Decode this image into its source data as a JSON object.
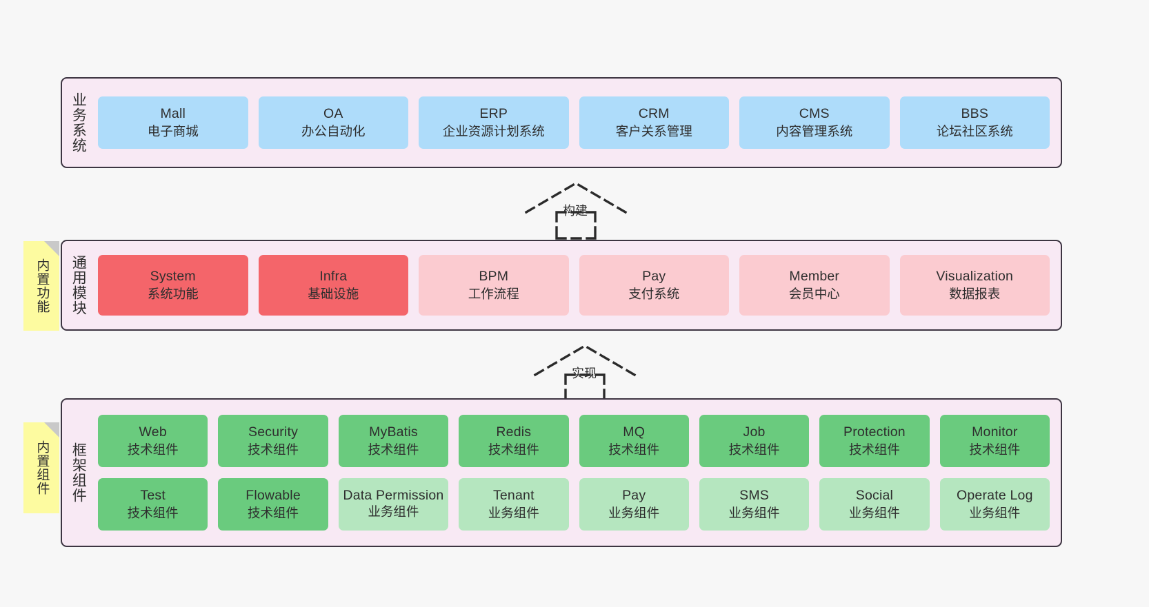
{
  "diagram": {
    "background": "#F7F7F7",
    "panel_fill": "#F8E9F4",
    "panel_border": "#3D3542",
    "sticky_fill": "#FDFBA0"
  },
  "layers": [
    {
      "id": "business",
      "label": "业务系统",
      "items": [
        {
          "en": "Mall",
          "cn": "电子商城",
          "color": "#AEDCFA"
        },
        {
          "en": "OA",
          "cn": "办公自动化",
          "color": "#AEDCFA"
        },
        {
          "en": "ERP",
          "cn": "企业资源计划系统",
          "color": "#AEDCFA"
        },
        {
          "en": "CRM",
          "cn": "客户关系管理",
          "color": "#AEDCFA"
        },
        {
          "en": "CMS",
          "cn": "内容管理系统",
          "color": "#AEDCFA"
        },
        {
          "en": "BBS",
          "cn": "论坛社区系统",
          "color": "#AEDCFA"
        }
      ]
    },
    {
      "id": "common-modules",
      "label": "通用模块",
      "sticky": "内置功能",
      "items": [
        {
          "en": "System",
          "cn": "系统功能",
          "color": "#F4656A"
        },
        {
          "en": "Infra",
          "cn": "基础设施",
          "color": "#F4656A"
        },
        {
          "en": "BPM",
          "cn": "工作流程",
          "color": "#FBCBD0"
        },
        {
          "en": "Pay",
          "cn": "支付系统",
          "color": "#FBCBD0"
        },
        {
          "en": "Member",
          "cn": "会员中心",
          "color": "#FBCBD0"
        },
        {
          "en": "Visualization",
          "cn": "数据报表",
          "color": "#FBCBD0"
        }
      ]
    },
    {
      "id": "framework-components",
      "label": "框架组件",
      "sticky": "内置组件",
      "rows": [
        [
          {
            "en": "Web",
            "cn": "技术组件",
            "color": "#6ACB7E"
          },
          {
            "en": "Security",
            "cn": "技术组件",
            "color": "#6ACB7E"
          },
          {
            "en": "MyBatis",
            "cn": "技术组件",
            "color": "#6ACB7E"
          },
          {
            "en": "Redis",
            "cn": "技术组件",
            "color": "#6ACB7E"
          },
          {
            "en": "MQ",
            "cn": "技术组件",
            "color": "#6ACB7E"
          },
          {
            "en": "Job",
            "cn": "技术组件",
            "color": "#6ACB7E"
          },
          {
            "en": "Protection",
            "cn": "技术组件",
            "color": "#6ACB7E"
          },
          {
            "en": "Monitor",
            "cn": "技术组件",
            "color": "#6ACB7E"
          }
        ],
        [
          {
            "en": "Test",
            "cn": "技术组件",
            "color": "#6ACB7E"
          },
          {
            "en": "Flowable",
            "cn": "技术组件",
            "color": "#6ACB7E"
          },
          {
            "en": "Data Permission",
            "cn": "业务组件",
            "color": "#B5E6BF"
          },
          {
            "en": "Tenant",
            "cn": "业务组件",
            "color": "#B5E6BF"
          },
          {
            "en": "Pay",
            "cn": "业务组件",
            "color": "#B5E6BF"
          },
          {
            "en": "SMS",
            "cn": "业务组件",
            "color": "#B5E6BF"
          },
          {
            "en": "Social",
            "cn": "业务组件",
            "color": "#B5E6BF"
          },
          {
            "en": "Operate Log",
            "cn": "业务组件",
            "color": "#B5E6BF"
          }
        ]
      ]
    }
  ],
  "connectors": [
    {
      "id": "build",
      "label": "构建"
    },
    {
      "id": "implement",
      "label": "实现"
    }
  ]
}
